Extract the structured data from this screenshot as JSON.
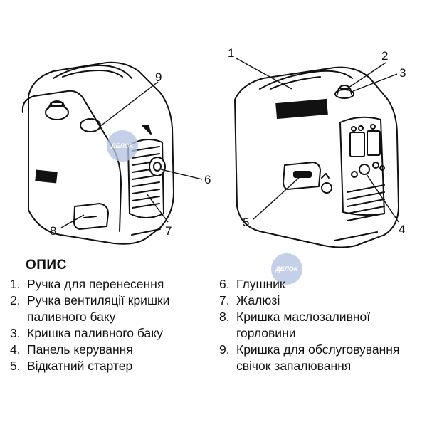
{
  "callouts": {
    "c1": "1",
    "c2": "2",
    "c3": "3",
    "c4": "4",
    "c5": "5",
    "c6": "6",
    "c7": "7",
    "c8": "8",
    "c9": "9"
  },
  "watermark": "ДЕЛОК",
  "heading": "ОПИС",
  "parts_left": [
    {
      "num": "1.",
      "label": "Ручка для перенесення"
    },
    {
      "num": "2.",
      "label": "Ручка вентиляції кришки паливного баку"
    },
    {
      "num": "3.",
      "label": "Кришка паливного баку"
    },
    {
      "num": "4.",
      "label": "Панель керування"
    },
    {
      "num": "5.",
      "label": "Відкатний стартер"
    }
  ],
  "parts_right": [
    {
      "num": "6.",
      "label": "Глушник"
    },
    {
      "num": "7.",
      "label": "Жалюзі"
    },
    {
      "num": "8.",
      "label": "Кришка маслозаливної горловини"
    },
    {
      "num": "9.",
      "label": "Кришка для обслуговування свічок запалювання"
    }
  ],
  "colors": {
    "line": "#111111",
    "watermark": "#b3c4e2"
  }
}
